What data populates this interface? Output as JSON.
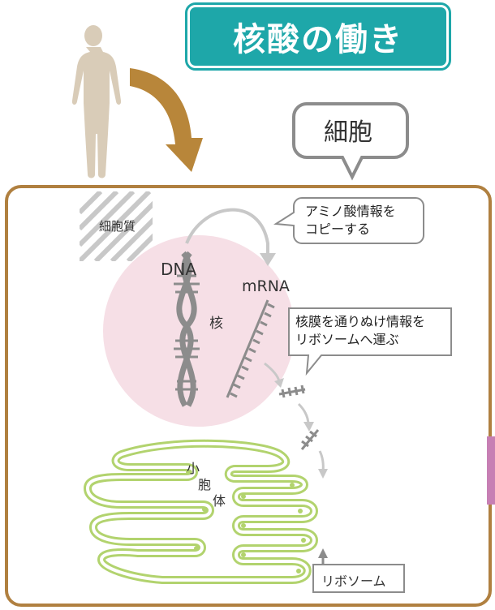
{
  "title": "核酸の働き",
  "cell_label": "細胞",
  "cytoplasm_label": "細胞質",
  "nucleus_label": "核",
  "dna_label": "DNA",
  "mrna_label": "mRNA",
  "callout_copy": [
    "アミノ酸情報を",
    "コピーする"
  ],
  "callout_transport": [
    "核膜を通りぬけ情報を",
    "リボソームへ運ぶ"
  ],
  "er_label": [
    "小",
    "胞",
    "体"
  ],
  "ribosome_label": "リボソーム",
  "colors": {
    "title_bg": "#1ea7a9",
    "cell_border": "#b08040",
    "arrow": "#b8863a",
    "human": "#d9ccb8",
    "nucleus": "#f6dfe6",
    "er": "#b2d36e",
    "strand": "#8c8c8c"
  }
}
